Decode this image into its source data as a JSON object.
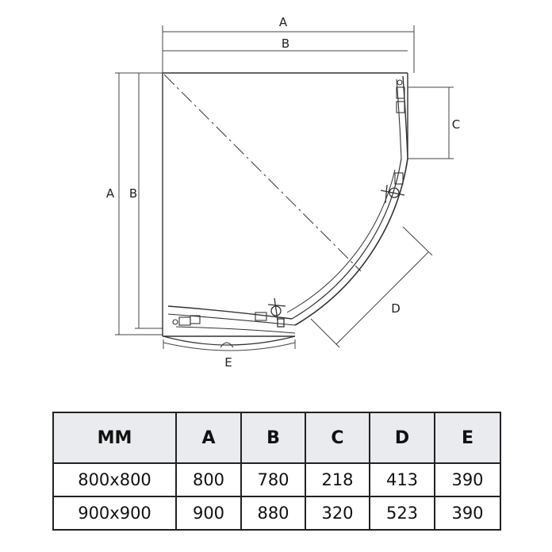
{
  "diagram": {
    "labels": {
      "width_outer": "A",
      "width_inner": "B",
      "height_outer": "A",
      "height_inner": "B",
      "door_offset": "C",
      "diagonal": "D",
      "tray_edge": "E"
    }
  },
  "table": {
    "headers": [
      "MM",
      "A",
      "B",
      "C",
      "D",
      "E"
    ],
    "rows": [
      [
        "800x800",
        "800",
        "780",
        "218",
        "413",
        "390"
      ],
      [
        "900x900",
        "900",
        "880",
        "320",
        "523",
        "390"
      ]
    ]
  }
}
